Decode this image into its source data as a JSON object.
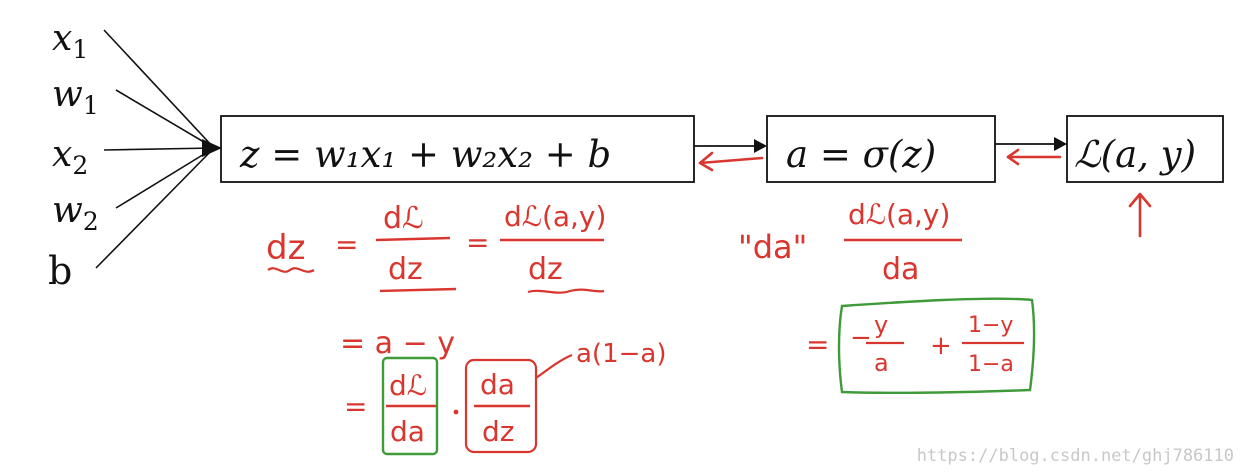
{
  "inputs": {
    "x1": {
      "base": "x",
      "sub": "1"
    },
    "w1": {
      "base": "w",
      "sub": "1"
    },
    "x2": {
      "base": "x",
      "sub": "2"
    },
    "w2": {
      "base": "w",
      "sub": "2"
    },
    "b": {
      "base": "b"
    }
  },
  "nodes": {
    "z": "z =  w₁x₁ + w₂x₂ + b",
    "a": "a =  σ(z)",
    "loss": "ℒ(a, y)"
  },
  "annotations": {
    "dz_label": "dz",
    "dL_num": "dℒ",
    "dz_den": "dz",
    "dLay_num": "dℒ(a,y)",
    "dz_den2": "dz",
    "eq_a_minus_y": "= a − y",
    "dL_num2": "dℒ",
    "da_den": "da",
    "da_num": "da",
    "dz_den3": "dz",
    "a_1_minus_a": "a(1−a)",
    "da_label": "\"da\"",
    "dLay_num2": "dℒ(a,y)",
    "da_den2": "da",
    "y_num": "y",
    "a_den": "a",
    "one_minus_y": "1−y",
    "one_minus_a": "1−a",
    "up_arrow": "↑"
  },
  "watermark": "https://blog.csdn.net/ghj786110",
  "colors": {
    "ink": "#d9362f",
    "box_green": "#3f9a3a",
    "black": "#111111",
    "watermark": "#c8c8c8"
  }
}
